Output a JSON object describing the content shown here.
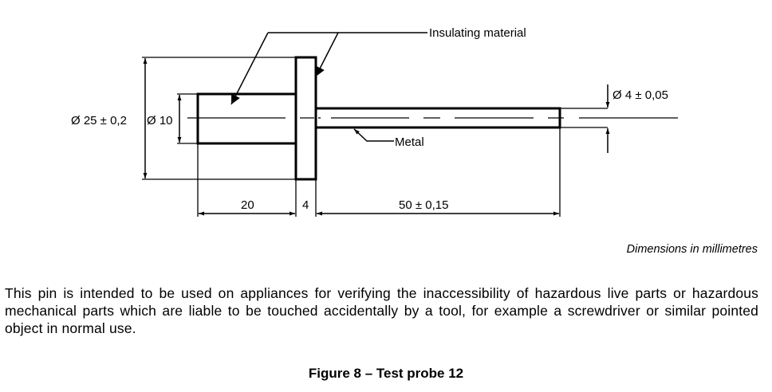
{
  "figure": {
    "labels": {
      "insulating": "Insulating material",
      "metal": "Metal",
      "dia_flange": "Ø 25 ± 0,2",
      "dia_handle": "Ø 10",
      "dia_pin": "Ø 4 ± 0,05",
      "len_handle": "20",
      "len_flange": "4",
      "len_pin": "50 ± 0,15"
    },
    "units_note": "Dimensions in millimetres"
  },
  "body_text": "This pin is intended to be used on appliances for verifying the inaccessibility of hazardous live parts or hazardous mechanical parts which are liable to be touched accidentally by a tool, for example a screwdriver or similar pointed object in normal use.",
  "caption": "Figure 8 – Test probe 12"
}
